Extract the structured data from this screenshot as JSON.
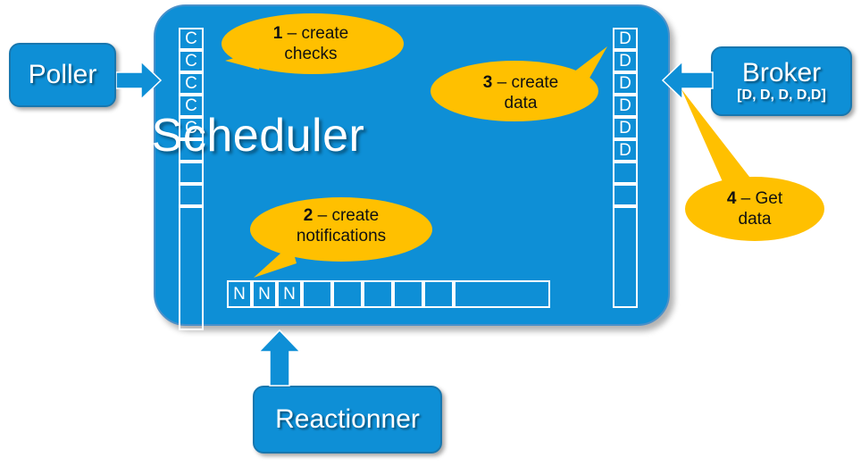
{
  "diagram": {
    "title": "Scheduler",
    "colors": {
      "node_blue": "#0E8FD6",
      "node_border": "#1877AF",
      "panel_border": "#4A90C9",
      "callout_yellow": "#FFC000",
      "arrow_blue": "#0E8FD6",
      "cell_border": "#FFFFFF",
      "text_white": "#FFFFFF",
      "text_black": "#111111"
    }
  },
  "nodes": {
    "poller": {
      "title": "Poller"
    },
    "broker": {
      "title": "Broker",
      "subtitle": "[D, D, D, D,D]"
    },
    "reactionner": {
      "title": "Reactionner"
    },
    "scheduler": {
      "title": "Scheduler"
    }
  },
  "queues": {
    "left": {
      "name": "checks-queue",
      "cells": [
        {
          "label": "C",
          "height": 25
        },
        {
          "label": "C",
          "height": 25
        },
        {
          "label": "C",
          "height": 25
        },
        {
          "label": "C",
          "height": 25
        },
        {
          "label": "C",
          "height": 25
        },
        {
          "label": "",
          "height": 25
        },
        {
          "label": "",
          "height": 25
        },
        {
          "label": "",
          "height": 25
        },
        {
          "label": "",
          "height": 139
        }
      ]
    },
    "right": {
      "name": "data-queue",
      "cells": [
        {
          "label": "D",
          "height": 25
        },
        {
          "label": "D",
          "height": 25
        },
        {
          "label": "D",
          "height": 25
        },
        {
          "label": "D",
          "height": 25
        },
        {
          "label": "D",
          "height": 25
        },
        {
          "label": "D",
          "height": 25
        },
        {
          "label": "",
          "height": 25
        },
        {
          "label": "",
          "height": 25
        },
        {
          "label": "",
          "height": 114
        }
      ]
    },
    "bottom": {
      "name": "notifications-queue",
      "cells": [
        {
          "label": "N",
          "width": 28
        },
        {
          "label": "N",
          "width": 28
        },
        {
          "label": "N",
          "width": 28
        },
        {
          "label": "",
          "width": 34
        },
        {
          "label": "",
          "width": 34
        },
        {
          "label": "",
          "width": 34
        },
        {
          "label": "",
          "width": 34
        },
        {
          "label": "",
          "width": 34
        },
        {
          "label": "",
          "width": 108
        }
      ]
    }
  },
  "callouts": [
    {
      "id": 1,
      "number": "1",
      "dash": " – ",
      "line1_rest": "create",
      "line2": "checks",
      "tail": "down-left"
    },
    {
      "id": 2,
      "number": "2",
      "dash": " – ",
      "line1_rest": "create",
      "line2": "notifications",
      "tail": "down-left"
    },
    {
      "id": 3,
      "number": "3",
      "dash": " – ",
      "line1_rest": "create",
      "line2": "data",
      "tail": "up-right"
    },
    {
      "id": 4,
      "number": "4",
      "dash": " – ",
      "line1_rest": "Get",
      "line2": "data",
      "tail": "up-left-long"
    }
  ],
  "arrows": [
    {
      "name": "poller-to-scheduler",
      "direction": "right"
    },
    {
      "name": "broker-to-scheduler",
      "direction": "left"
    },
    {
      "name": "reactionner-to-scheduler",
      "direction": "up"
    }
  ]
}
